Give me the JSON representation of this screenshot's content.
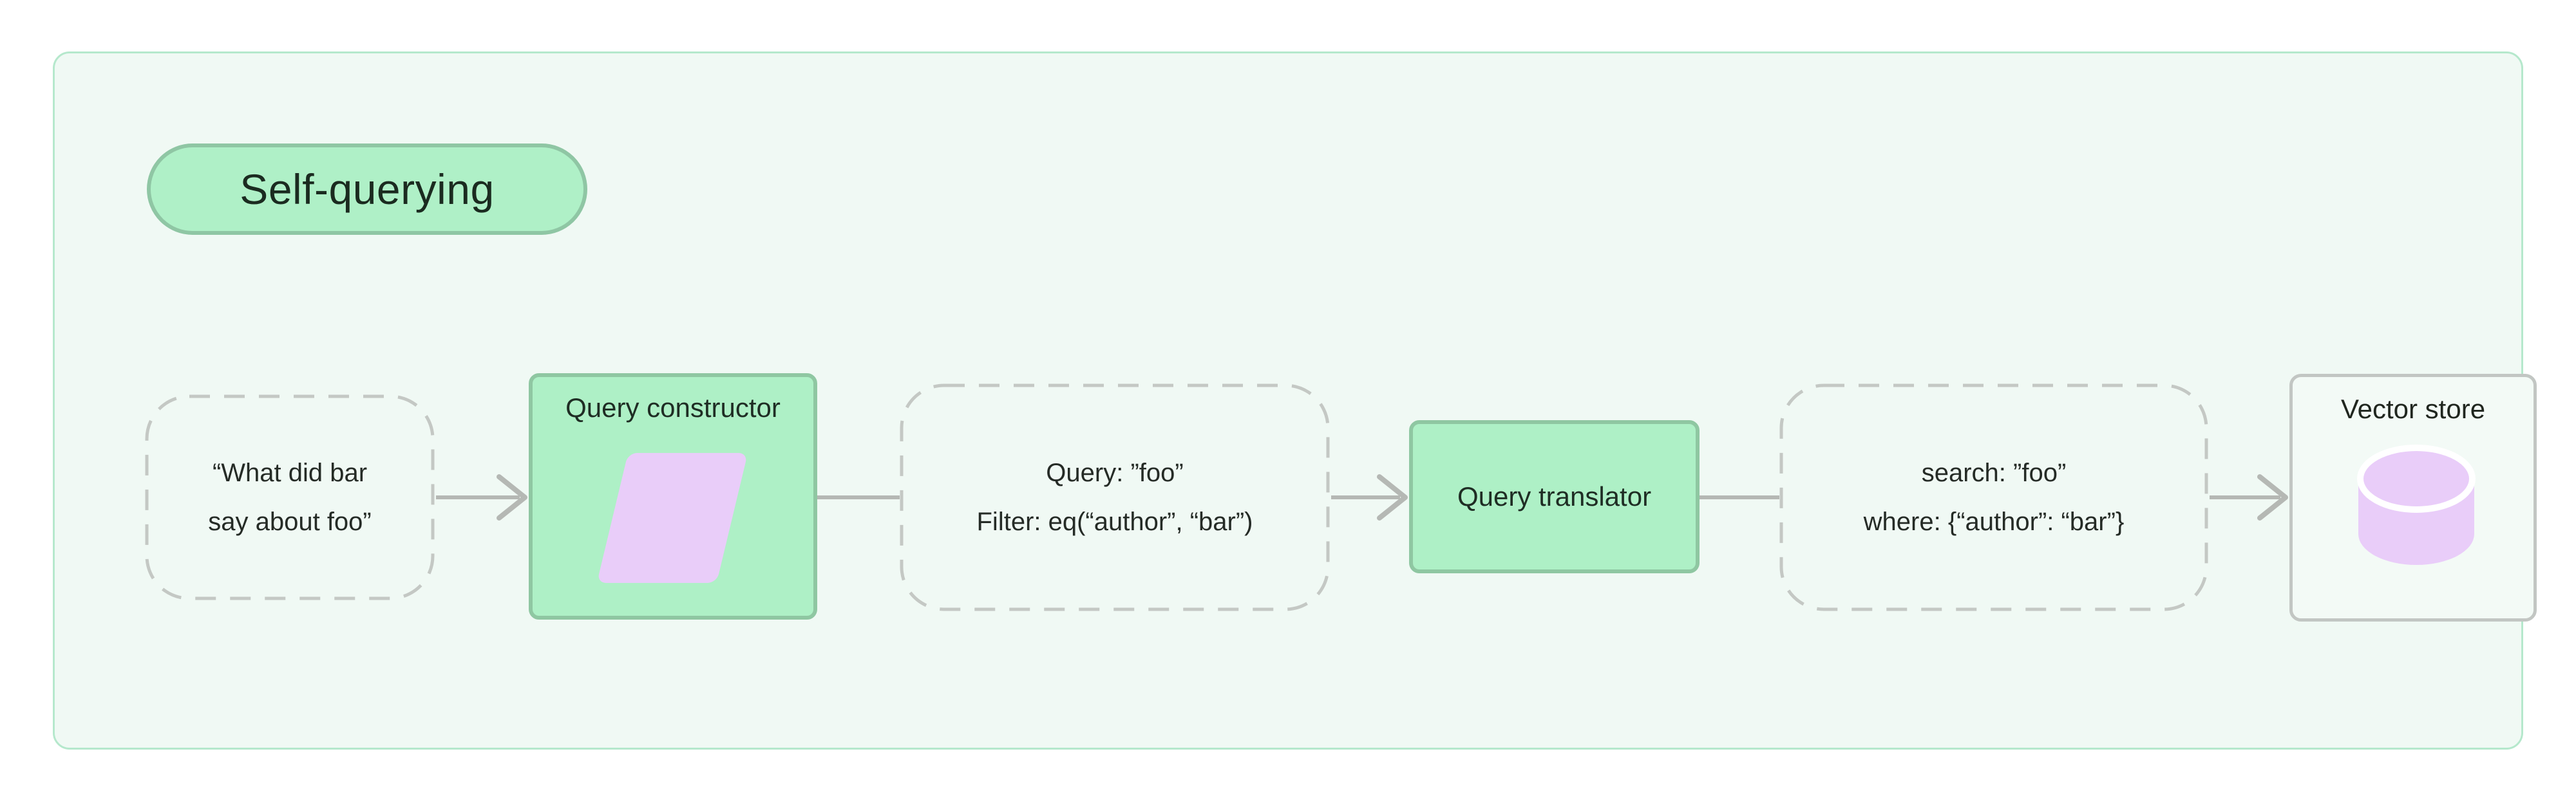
{
  "title": {
    "label": "Self-querying"
  },
  "nodes": {
    "input": {
      "lines": [
        "“What did bar",
        "say about foo”"
      ]
    },
    "query_constructor": {
      "label": "Query constructor",
      "icon": "parallelogram-icon"
    },
    "structured_query": {
      "lines": [
        "Query: ”foo”",
        "Filter: eq(“author”, “bar”)"
      ]
    },
    "query_translator": {
      "label": "Query translator"
    },
    "native_query": {
      "lines": [
        "search: ”foo”",
        "where: {“author”: “bar”}"
      ]
    },
    "vector_store": {
      "label": "Vector store",
      "icon": "database-icon"
    }
  },
  "connectors": [
    {
      "from": "input",
      "to": "query_constructor",
      "arrowhead": true
    },
    {
      "from": "query_constructor",
      "to": "structured_query",
      "arrowhead": false
    },
    {
      "from": "structured_query",
      "to": "query_translator",
      "arrowhead": true
    },
    {
      "from": "query_translator",
      "to": "native_query",
      "arrowhead": false
    },
    {
      "from": "native_query",
      "to": "vector_store",
      "arrowhead": true
    }
  ],
  "colors": {
    "card_bg": "#f0f9f4",
    "card_border": "#b5e8cc",
    "badge_fill": "#aff0c7",
    "badge_border": "#8fc6a4",
    "process_fill": "#aef0c6",
    "process_border": "#8fc7a2",
    "dashed_border": "#c4c8c4",
    "outline_border": "#c2c6c3",
    "connector": "#b5b8b4",
    "accent_lavender": "#e9cdf9",
    "text": "#20261f"
  }
}
